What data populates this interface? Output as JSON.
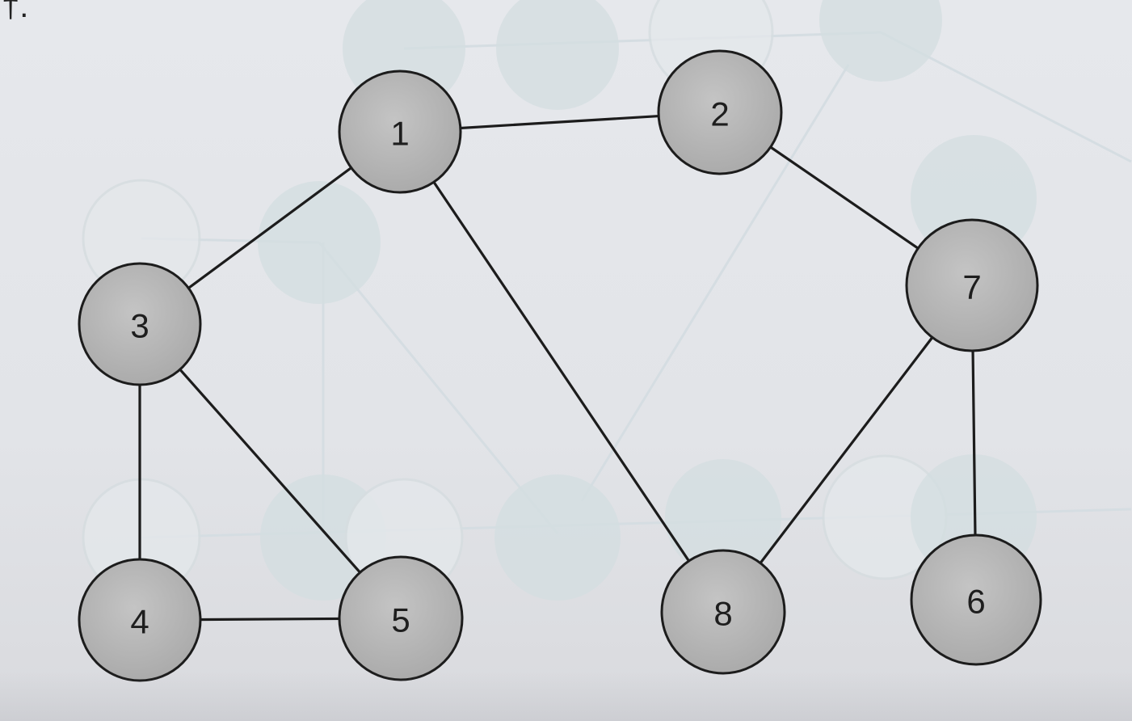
{
  "corner_text": "†.",
  "graph": {
    "nodes": [
      {
        "id": "1",
        "label": "1"
      },
      {
        "id": "2",
        "label": "2"
      },
      {
        "id": "3",
        "label": "3"
      },
      {
        "id": "4",
        "label": "4"
      },
      {
        "id": "5",
        "label": "5"
      },
      {
        "id": "6",
        "label": "6"
      },
      {
        "id": "7",
        "label": "7"
      },
      {
        "id": "8",
        "label": "8"
      }
    ],
    "edges": [
      [
        "1",
        "2"
      ],
      [
        "1",
        "3"
      ],
      [
        "1",
        "8"
      ],
      [
        "2",
        "7"
      ],
      [
        "3",
        "4"
      ],
      [
        "3",
        "5"
      ],
      [
        "4",
        "5"
      ],
      [
        "7",
        "8"
      ],
      [
        "7",
        "6"
      ]
    ]
  },
  "colors": {
    "node_fill": "#b8b8b8",
    "node_stroke": "#1c1c1c",
    "edge": "#1c1c1c"
  }
}
